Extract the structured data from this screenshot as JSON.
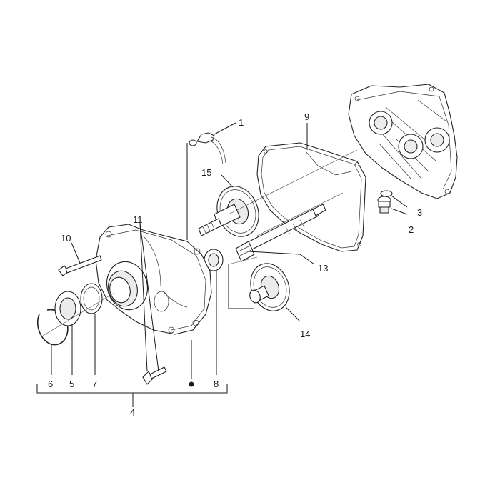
{
  "callouts": {
    "c1": "1",
    "c2": "2",
    "c3": "3",
    "c4": "4",
    "c5": "5",
    "c6": "6",
    "c7": "7",
    "c8": "8",
    "c9": "9",
    "c10": "10",
    "c11": "11",
    "c13": "13",
    "c14": "14",
    "c15": "15"
  }
}
